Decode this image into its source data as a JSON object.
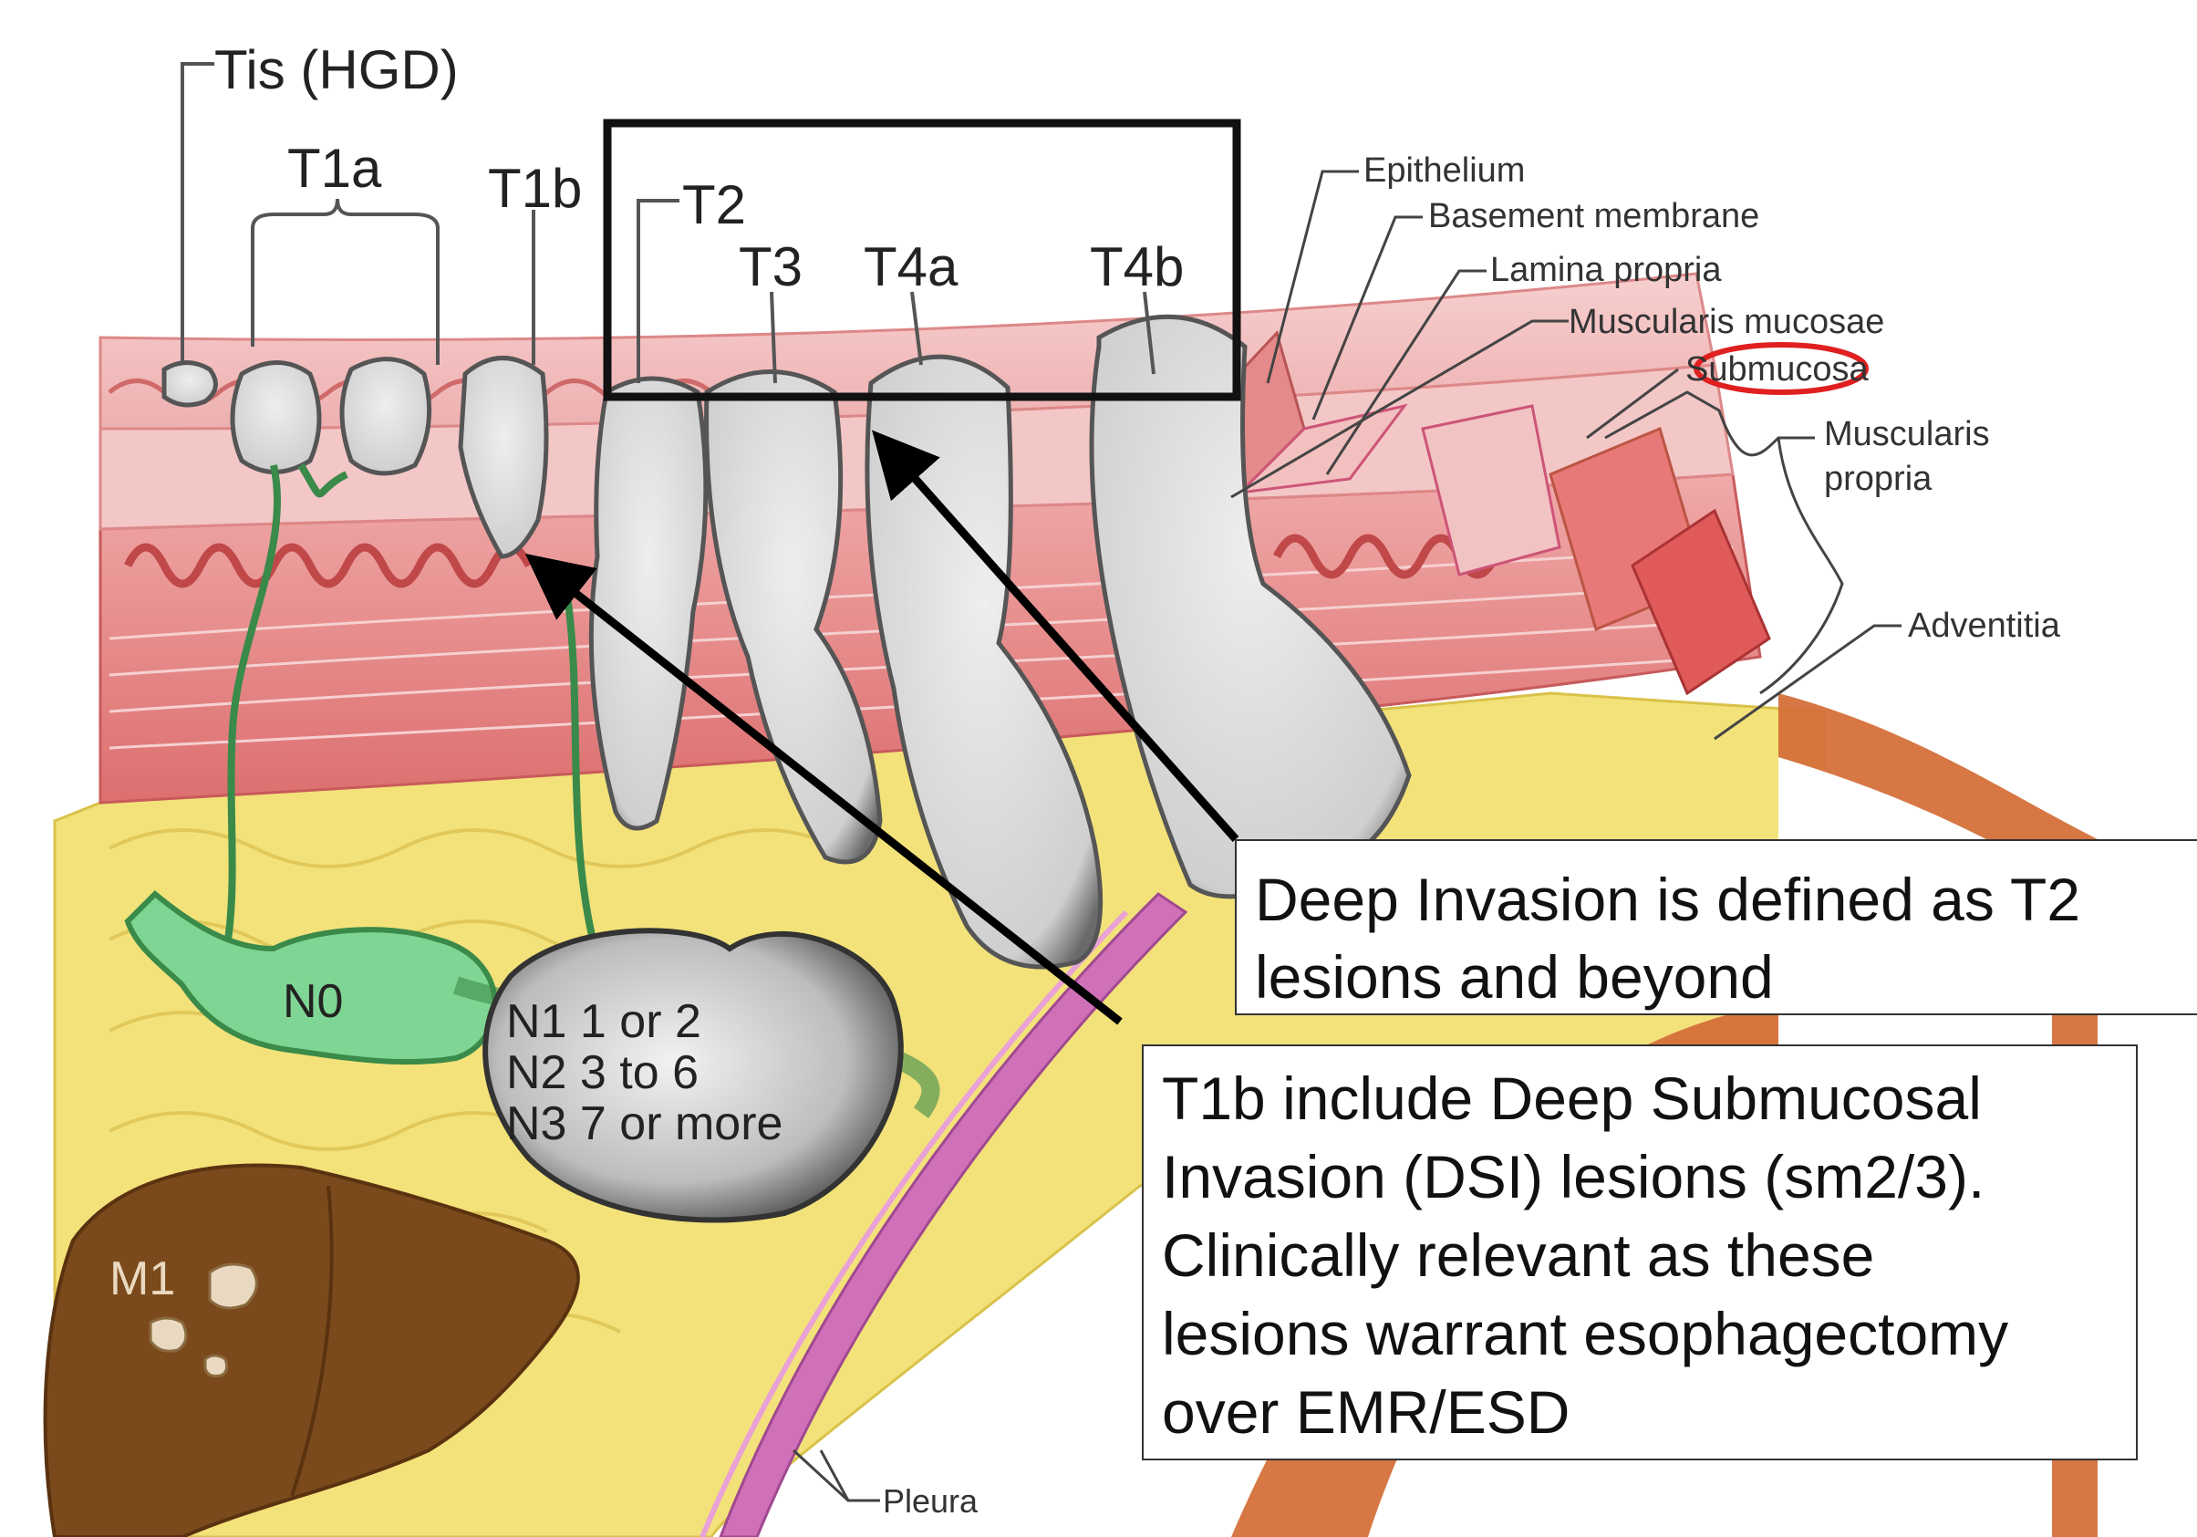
{
  "stages": {
    "tis": "Tis (HGD)",
    "t1a": "T1a",
    "t1b": "T1b",
    "t2": "T2",
    "t3": "T3",
    "t4a": "T4a",
    "t4b": "T4b"
  },
  "layers": {
    "epithelium": "Epithelium",
    "basement_membrane": "Basement membrane",
    "lamina_propria": "Lamina propria",
    "muscularis_mucosae": "Muscularis mucosae",
    "submucosa": "Submucosa",
    "muscularis_propria_1": "Muscularis",
    "muscularis_propria_2": "propria",
    "adventitia": "Adventitia",
    "pleura": "Pleura"
  },
  "nodes": {
    "n0": "N0",
    "n1": "N1 1 or 2",
    "n2": "N2 3 to 6",
    "n3": "N3 7 or more",
    "m1": "M1"
  },
  "callouts": {
    "deep_invasion": [
      "Deep Invasion is defined as T2",
      "lesions and beyond"
    ],
    "t1b": [
      "T1b include Deep Submucosal",
      "Invasion (DSI) lesions (sm2/3).",
      "Clinically relevant as these",
      "lesions warrant esophagectomy",
      "over EMR/ESD"
    ]
  },
  "colors": {
    "highlight_box": "#111111",
    "submucosa_ring": "#e02020",
    "arrow": "#000000",
    "fat": "#f3e27a",
    "muscle": "#e07a7a",
    "mucosa": "#f2b8b8",
    "tumor": "#d8d8d8",
    "node_n0": "#7fd694",
    "liver": "#7a4a1c",
    "pleura": "#d070b8",
    "rib": "#d4703a"
  }
}
